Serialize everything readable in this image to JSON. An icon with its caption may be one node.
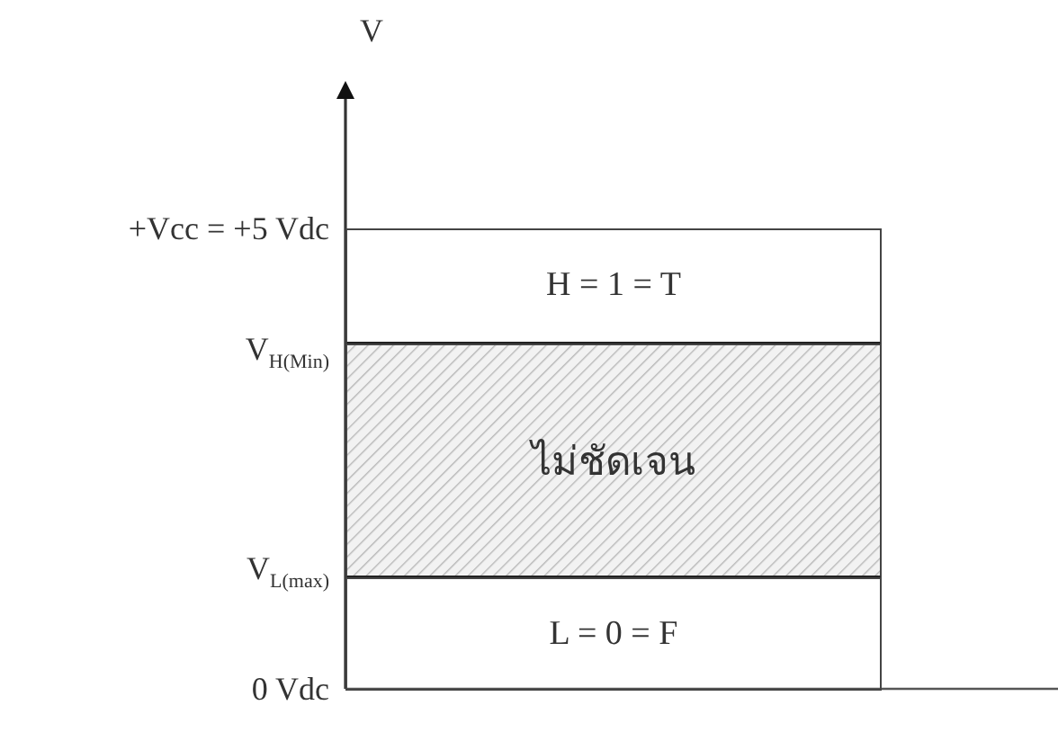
{
  "diagram": {
    "nodes": [
      {
        "text": [
          "H =  1  = T"
        ]
      },
      {
        "text": [
          "ไม่ชัดเจน"
        ]
      },
      {
        "text": [
          "L = 0 = F"
        ]
      }
    ],
    "labels": [
      "V",
      "+Vcc = +5 Vdc",
      "V$_{H(Min)}$",
      "V$_{L(max)}$",
      "0 Vdc"
    ]
  }
}
